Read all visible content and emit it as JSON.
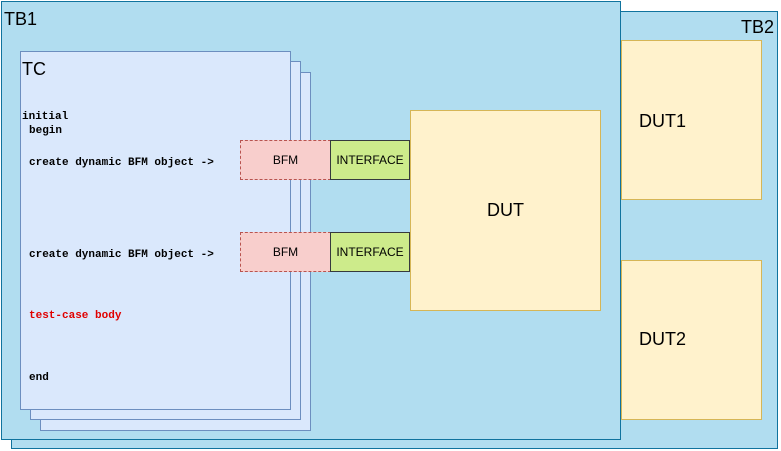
{
  "tb2": {
    "label": "TB2"
  },
  "tb1": {
    "label": "TB1"
  },
  "tc": {
    "label": "TC",
    "lines": {
      "initial": "initial",
      "begin": "begin",
      "create1": "create dynamic BFM object ->",
      "create2": "create dynamic BFM object ->",
      "body": "test-case body",
      "end": "end"
    },
    "body_color": "#e00000"
  },
  "bfm1": {
    "label": "BFM"
  },
  "interface1": {
    "label": "INTERFACE"
  },
  "bfm2": {
    "label": "BFM"
  },
  "interface2": {
    "label": "INTERFACE"
  },
  "dut": {
    "label": "DUT"
  },
  "dut1": {
    "label": "DUT1"
  },
  "dut2": {
    "label": "DUT2"
  }
}
